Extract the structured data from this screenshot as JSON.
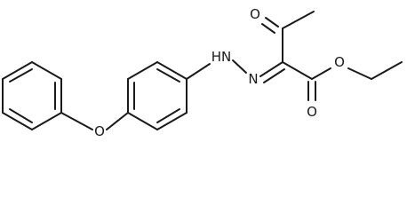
{
  "diagram": {
    "atoms": {
      "ketone_o": "O",
      "hydrazone_nh": "HN",
      "hydrazone_n": "N",
      "ester_o_double": "O",
      "ester_o_single": "O",
      "ether_o": "O"
    },
    "colors": {
      "bond": "#1a1a1a",
      "label": "#1a1a1a",
      "background": "#ffffff"
    }
  }
}
